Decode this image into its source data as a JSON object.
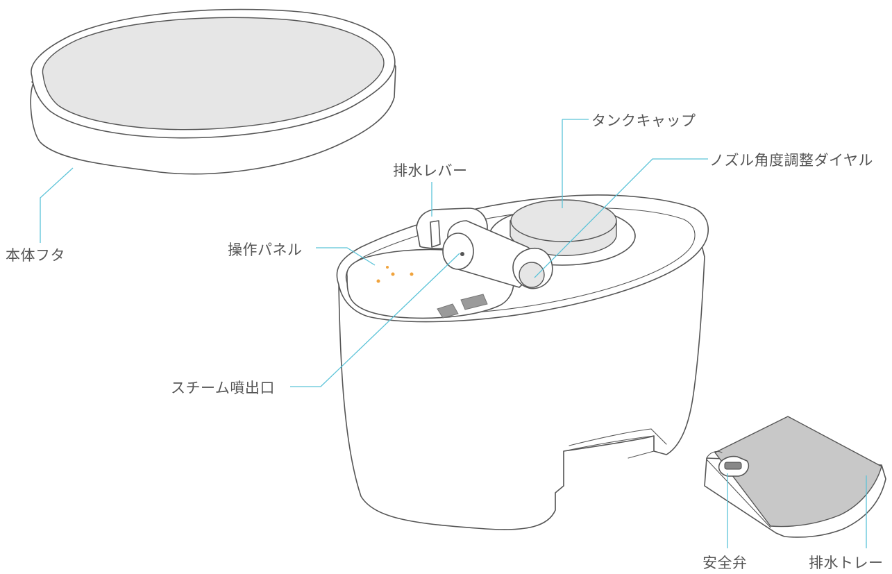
{
  "labels": {
    "lid": "本体フタ",
    "drain_lever": "排水レバー",
    "control_panel": "操作パネル",
    "tank_cap": "タンクキャップ",
    "nozzle_dial": "ノズル角度調整ダイヤル",
    "steam_outlet": "スチーム噴出口",
    "safety_valve": "安全弁",
    "drain_tray": "排水トレー"
  },
  "colors": {
    "leader_line": "#5bc3d8",
    "outline": "#555555",
    "panel_indicator": "#f0a33c",
    "tray_surface": "#c8c8c8"
  }
}
